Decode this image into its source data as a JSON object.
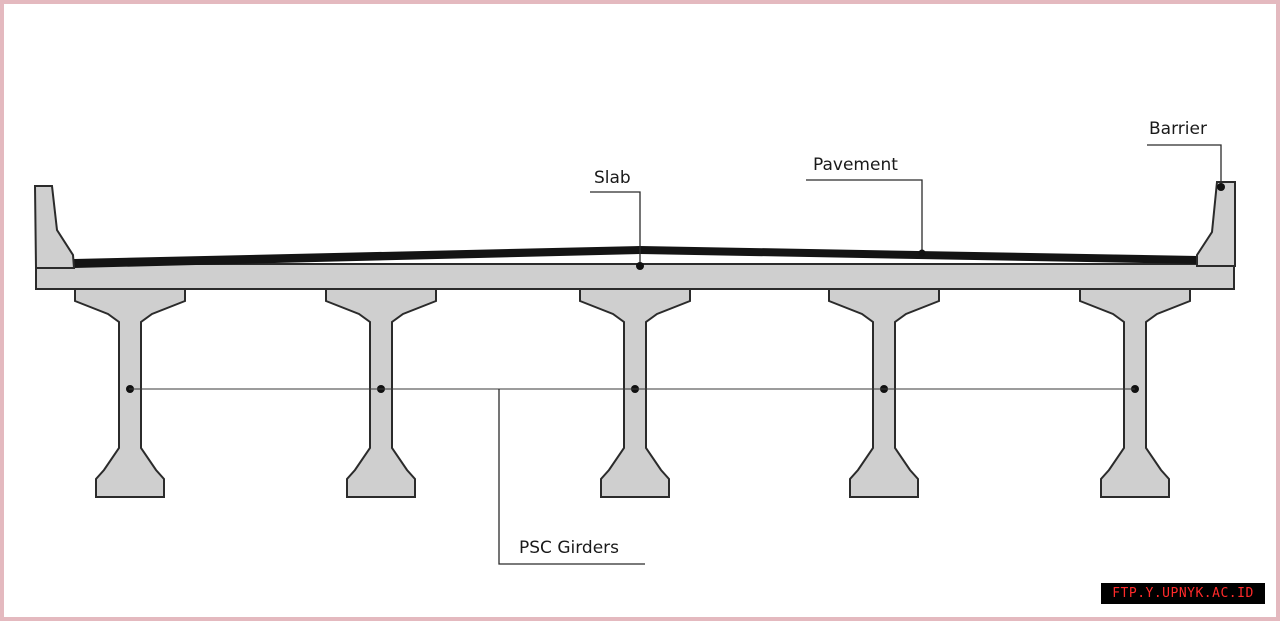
{
  "labels": {
    "slab": "Slab",
    "pavement": "Pavement",
    "barrier": "Barrier",
    "girders": "PSC Girders"
  },
  "watermark": "FTP.Y.UPNYK.AC.ID",
  "colors": {
    "concrete": "#cfcfcf",
    "outline": "#2b2b2b",
    "pavement": "#141414",
    "frame": "#e4b9bf",
    "watermark_text": "#ff2a2a"
  }
}
